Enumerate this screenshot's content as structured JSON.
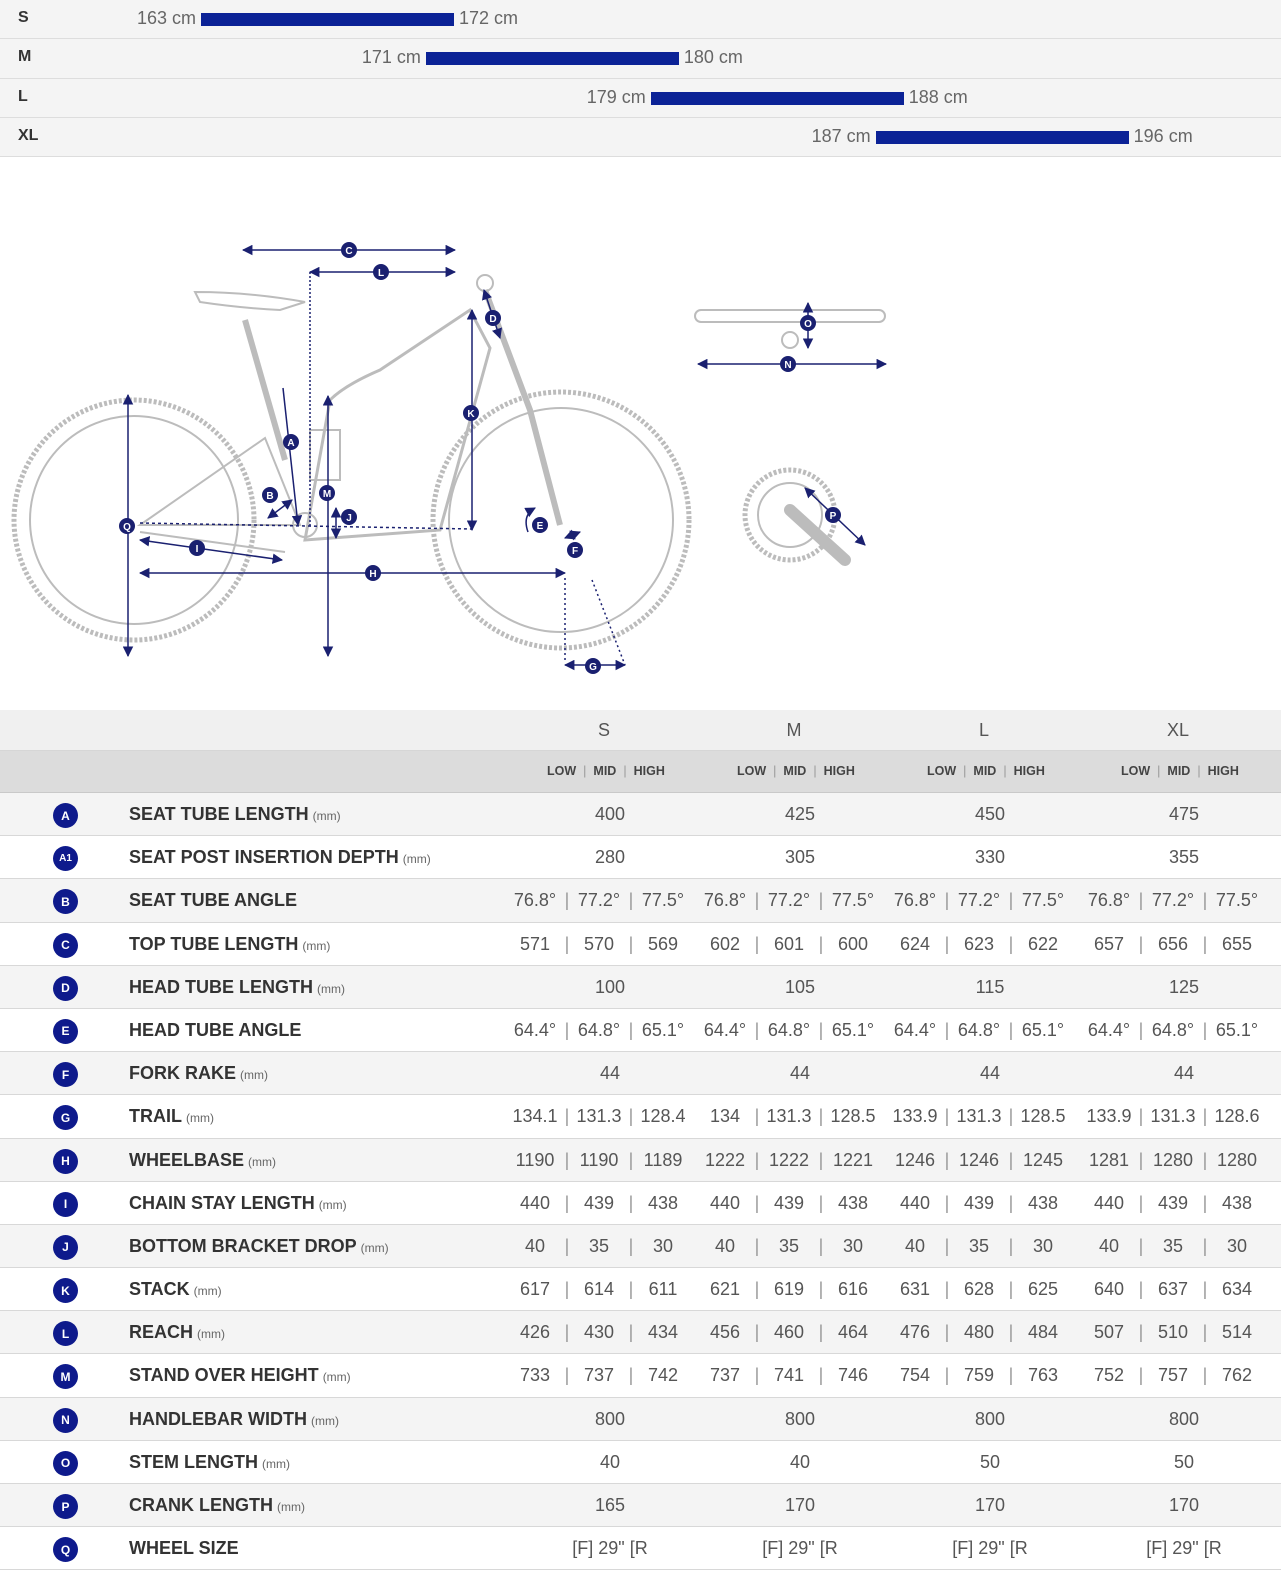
{
  "size_ranges": [
    {
      "size": "S",
      "min": "163 cm",
      "max": "172 cm",
      "min_cm": 163,
      "max_cm": 172
    },
    {
      "size": "M",
      "min": "171 cm",
      "max": "180 cm",
      "min_cm": 171,
      "max_cm": 180
    },
    {
      "size": "L",
      "min": "179 cm",
      "max": "188 cm",
      "min_cm": 179,
      "max_cm": 188
    },
    {
      "size": "XL",
      "min": "187 cm",
      "max": "196 cm",
      "min_cm": 187,
      "max_cm": 196
    }
  ],
  "figure_labels": [
    "C",
    "L",
    "D",
    "O",
    "N",
    "K",
    "A",
    "M",
    "B",
    "J",
    "Q",
    "I",
    "H",
    "E",
    "F",
    "G",
    "P"
  ],
  "table": {
    "sizes": [
      "S",
      "M",
      "L",
      "XL"
    ],
    "settings": [
      "LOW",
      "MID",
      "HIGH"
    ],
    "rows": [
      {
        "code": "A",
        "label": "SEAT TUBE LENGTH",
        "unit": "(mm)",
        "values": [
          "400",
          "425",
          "450",
          "475"
        ]
      },
      {
        "code": "A1",
        "label": "SEAT POST INSERTION DEPTH",
        "unit": "(mm)",
        "values": [
          "280",
          "305",
          "330",
          "355"
        ]
      },
      {
        "code": "B",
        "label": "SEAT TUBE ANGLE",
        "unit": "",
        "values": [
          [
            "76.8°",
            "77.2°",
            "77.5°"
          ],
          [
            "76.8°",
            "77.2°",
            "77.5°"
          ],
          [
            "76.8°",
            "77.2°",
            "77.5°"
          ],
          [
            "76.8°",
            "77.2°",
            "77.5°"
          ]
        ]
      },
      {
        "code": "C",
        "label": "TOP TUBE LENGTH",
        "unit": "(mm)",
        "values": [
          [
            "571",
            "570",
            "569"
          ],
          [
            "602",
            "601",
            "600"
          ],
          [
            "624",
            "623",
            "622"
          ],
          [
            "657",
            "656",
            "655"
          ]
        ]
      },
      {
        "code": "D",
        "label": "HEAD TUBE LENGTH",
        "unit": "(mm)",
        "values": [
          "100",
          "105",
          "115",
          "125"
        ]
      },
      {
        "code": "E",
        "label": "HEAD TUBE ANGLE",
        "unit": "",
        "values": [
          [
            "64.4°",
            "64.8°",
            "65.1°"
          ],
          [
            "64.4°",
            "64.8°",
            "65.1°"
          ],
          [
            "64.4°",
            "64.8°",
            "65.1°"
          ],
          [
            "64.4°",
            "64.8°",
            "65.1°"
          ]
        ]
      },
      {
        "code": "F",
        "label": "FORK RAKE",
        "unit": "(mm)",
        "values": [
          "44",
          "44",
          "44",
          "44"
        ]
      },
      {
        "code": "G",
        "label": "TRAIL",
        "unit": "(mm)",
        "values": [
          [
            "134.1",
            "131.3",
            "128.4"
          ],
          [
            "134",
            "131.3",
            "128.5"
          ],
          [
            "133.9",
            "131.3",
            "128.5"
          ],
          [
            "133.9",
            "131.3",
            "128.6"
          ]
        ]
      },
      {
        "code": "H",
        "label": "WHEELBASE",
        "unit": "(mm)",
        "values": [
          [
            "1190",
            "1190",
            "1189"
          ],
          [
            "1222",
            "1222",
            "1221"
          ],
          [
            "1246",
            "1246",
            "1245"
          ],
          [
            "1281",
            "1280",
            "1280"
          ]
        ]
      },
      {
        "code": "I",
        "label": "CHAIN STAY LENGTH",
        "unit": "(mm)",
        "values": [
          [
            "440",
            "439",
            "438"
          ],
          [
            "440",
            "439",
            "438"
          ],
          [
            "440",
            "439",
            "438"
          ],
          [
            "440",
            "439",
            "438"
          ]
        ]
      },
      {
        "code": "J",
        "label": "BOTTOM BRACKET DROP",
        "unit": "(mm)",
        "values": [
          [
            "40",
            "35",
            "30"
          ],
          [
            "40",
            "35",
            "30"
          ],
          [
            "40",
            "35",
            "30"
          ],
          [
            "40",
            "35",
            "30"
          ]
        ]
      },
      {
        "code": "K",
        "label": "STACK",
        "unit": "(mm)",
        "values": [
          [
            "617",
            "614",
            "611"
          ],
          [
            "621",
            "619",
            "616"
          ],
          [
            "631",
            "628",
            "625"
          ],
          [
            "640",
            "637",
            "634"
          ]
        ]
      },
      {
        "code": "L",
        "label": "REACH",
        "unit": "(mm)",
        "values": [
          [
            "426",
            "430",
            "434"
          ],
          [
            "456",
            "460",
            "464"
          ],
          [
            "476",
            "480",
            "484"
          ],
          [
            "507",
            "510",
            "514"
          ]
        ]
      },
      {
        "code": "M",
        "label": "STAND OVER HEIGHT",
        "unit": "(mm)",
        "values": [
          [
            "733",
            "737",
            "742"
          ],
          [
            "737",
            "741",
            "746"
          ],
          [
            "754",
            "759",
            "763"
          ],
          [
            "752",
            "757",
            "762"
          ]
        ]
      },
      {
        "code": "N",
        "label": "HANDLEBAR WIDTH",
        "unit": "(mm)",
        "values": [
          "800",
          "800",
          "800",
          "800"
        ]
      },
      {
        "code": "O",
        "label": "STEM LENGTH",
        "unit": "(mm)",
        "values": [
          "40",
          "40",
          "50",
          "50"
        ]
      },
      {
        "code": "P",
        "label": "CRANK LENGTH",
        "unit": "(mm)",
        "values": [
          "165",
          "170",
          "170",
          "170"
        ]
      },
      {
        "code": "Q",
        "label": "WHEEL SIZE",
        "unit": "",
        "values": [
          "[F] 29\" [R",
          "[F] 29\" [R",
          "[F] 29\" [R",
          "[F] 29\" [R"
        ]
      }
    ]
  },
  "colors": {
    "accent": "#0b2296",
    "badge": "#0e1a8c",
    "frame": "#bdbdbd"
  }
}
